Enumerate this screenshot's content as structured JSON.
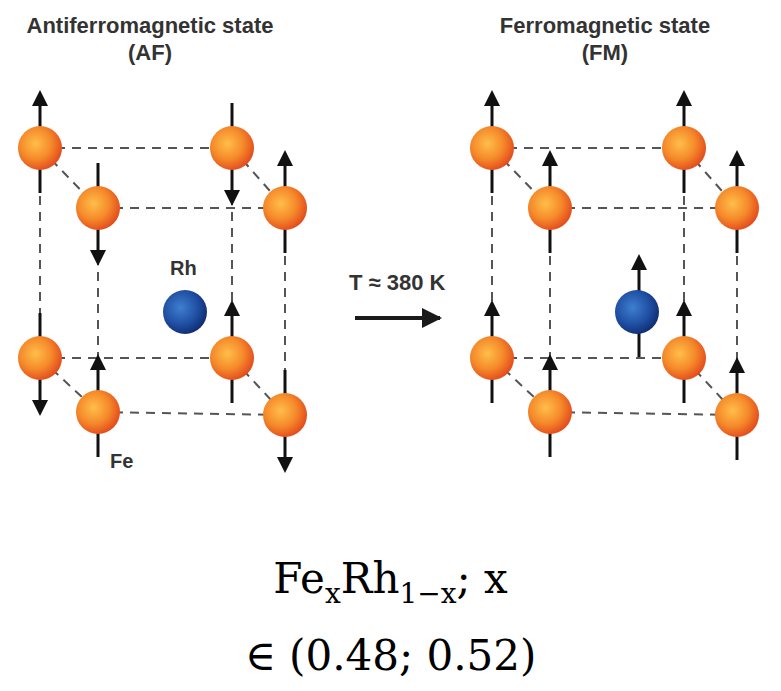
{
  "diagram": {
    "nodes": [
      {
        "text": [
          "Antiferromagnetic state (AF)"
        ]
      },
      {
        "text": [
          "Ferromagnetic state (FM)"
        ]
      }
    ],
    "edges": [
      {
        "from": 0,
        "to": 1,
        "arrow": "to",
        "label": "T ≈ 380 K"
      }
    ],
    "labels": [
      "Rh",
      "Fe",
      "Fe",
      "x",
      "Rh",
      "1−x",
      "; x",
      "∈ (0.48; 0.52)"
    ]
  }
}
